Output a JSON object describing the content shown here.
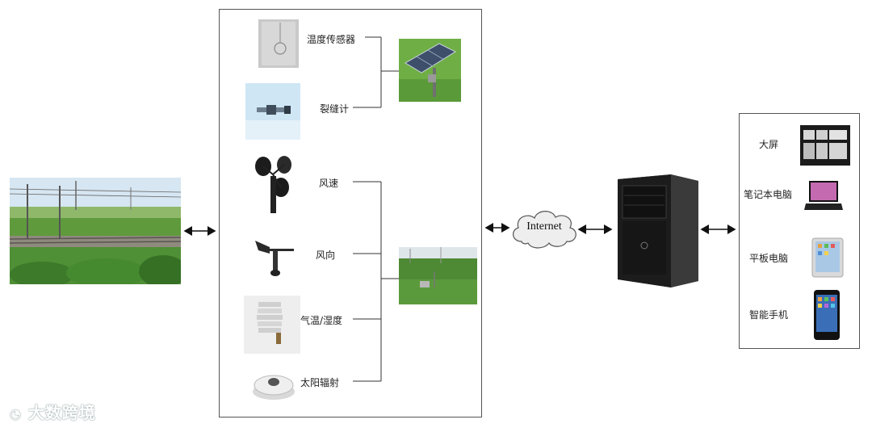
{
  "sensors": {
    "temperature": "温度传感器",
    "crack_meter": "裂缝计",
    "wind_speed": "风速",
    "wind_direction": "风向",
    "air_temp_humidity": "气温/湿度",
    "solar_radiation": "太阳辐射"
  },
  "network": {
    "internet": "Internet"
  },
  "terminals": {
    "big_screen": "大屏",
    "laptop": "笔记本电脑",
    "tablet": "平板电脑",
    "smartphone": "智能手机"
  },
  "watermark": "大数跨境",
  "colors": {
    "sky": "#cfe3f0",
    "grass": "#5e9e3a",
    "server": "#1f1f1f"
  }
}
